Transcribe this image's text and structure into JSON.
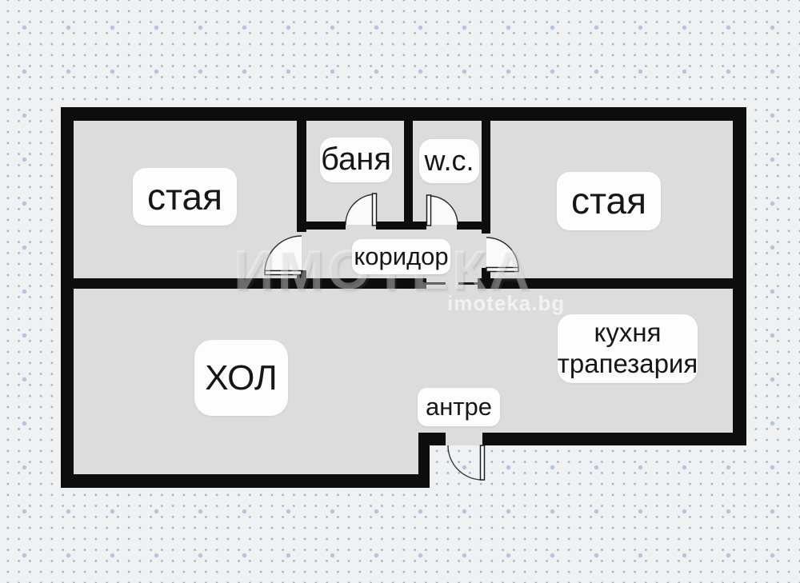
{
  "watermark": {
    "brand": "ИМОТЕКА",
    "site": "imoteka.bg"
  },
  "labels": {
    "room_left": "стая",
    "bathroom": "баня",
    "wc": "w.c.",
    "room_right": "стая",
    "corridor": "коридор",
    "living_room": "ХОЛ",
    "kitchen_line1": "кухня",
    "kitchen_line2": "трапезария",
    "entry": "антре"
  },
  "colors": {
    "wall": "#0d0d0d",
    "floor": "#dcdcdc",
    "background": "#f0f1f3",
    "dot_small": "#a8adb5",
    "dot_accent": "#b5c4de",
    "label_background": "#fdfdfd",
    "label_text": "#161616"
  }
}
